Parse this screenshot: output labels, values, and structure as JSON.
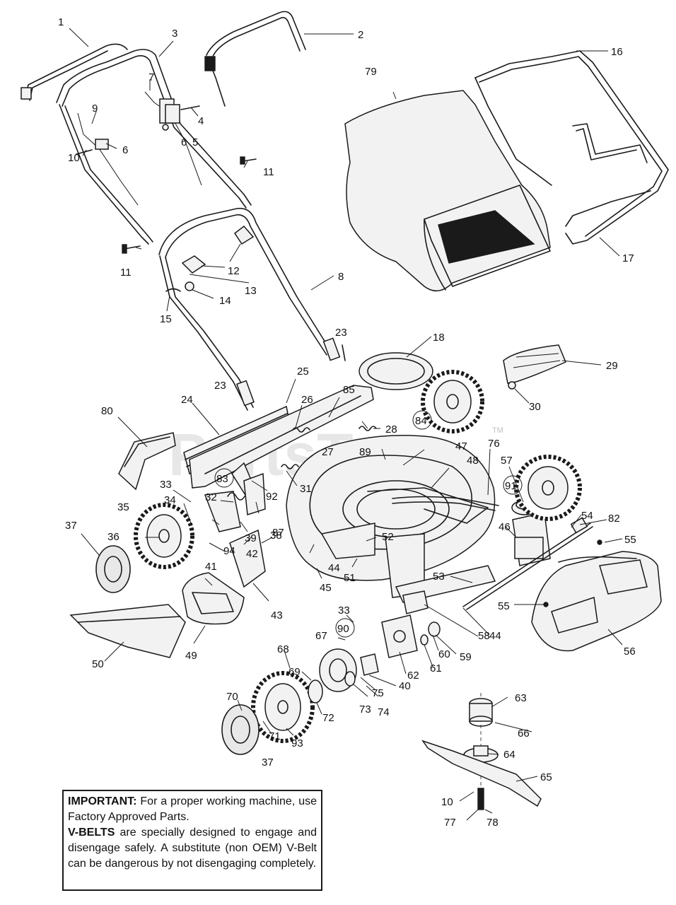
{
  "watermark": {
    "text": "PartsTree",
    "tm": "TM"
  },
  "callouts": [
    {
      "id": "c1",
      "text": "1"
    },
    {
      "id": "c2",
      "text": "2"
    },
    {
      "id": "c3",
      "text": "3"
    },
    {
      "id": "c4",
      "text": "4"
    },
    {
      "id": "c5",
      "text": "5"
    },
    {
      "id": "c6a",
      "text": "6"
    },
    {
      "id": "c6b",
      "text": "6"
    },
    {
      "id": "c7",
      "text": "7"
    },
    {
      "id": "c8",
      "text": "8"
    },
    {
      "id": "c9",
      "text": "9"
    },
    {
      "id": "c10a",
      "text": "10"
    },
    {
      "id": "c10b",
      "text": "10"
    },
    {
      "id": "c11a",
      "text": "11"
    },
    {
      "id": "c11b",
      "text": "11"
    },
    {
      "id": "c12",
      "text": "12"
    },
    {
      "id": "c13",
      "text": "13"
    },
    {
      "id": "c14",
      "text": "14"
    },
    {
      "id": "c15",
      "text": "15"
    },
    {
      "id": "c16",
      "text": "16"
    },
    {
      "id": "c17",
      "text": "17"
    },
    {
      "id": "c18",
      "text": "18"
    },
    {
      "id": "c23a",
      "text": "23"
    },
    {
      "id": "c23b",
      "text": "23"
    },
    {
      "id": "c24",
      "text": "24"
    },
    {
      "id": "c25",
      "text": "25"
    },
    {
      "id": "c26",
      "text": "26"
    },
    {
      "id": "c27",
      "text": "27"
    },
    {
      "id": "c28",
      "text": "28"
    },
    {
      "id": "c29",
      "text": "29"
    },
    {
      "id": "c30",
      "text": "30"
    },
    {
      "id": "c31",
      "text": "31"
    },
    {
      "id": "c32",
      "text": "32"
    },
    {
      "id": "c33a",
      "text": "33"
    },
    {
      "id": "c33b",
      "text": "33"
    },
    {
      "id": "c34",
      "text": "34"
    },
    {
      "id": "c35",
      "text": "35"
    },
    {
      "id": "c36",
      "text": "36"
    },
    {
      "id": "c37a",
      "text": "37"
    },
    {
      "id": "c37b",
      "text": "37"
    },
    {
      "id": "c38",
      "text": "38"
    },
    {
      "id": "c39",
      "text": "39"
    },
    {
      "id": "c40",
      "text": "40"
    },
    {
      "id": "c41",
      "text": "41"
    },
    {
      "id": "c42",
      "text": "42"
    },
    {
      "id": "c43",
      "text": "43"
    },
    {
      "id": "c44a",
      "text": "44"
    },
    {
      "id": "c44b",
      "text": "44"
    },
    {
      "id": "c45",
      "text": "45"
    },
    {
      "id": "c46",
      "text": "46"
    },
    {
      "id": "c47",
      "text": "47"
    },
    {
      "id": "c48",
      "text": "48"
    },
    {
      "id": "c49",
      "text": "49"
    },
    {
      "id": "c50",
      "text": "50"
    },
    {
      "id": "c51",
      "text": "51"
    },
    {
      "id": "c52",
      "text": "52"
    },
    {
      "id": "c53",
      "text": "53"
    },
    {
      "id": "c54",
      "text": "54"
    },
    {
      "id": "c55a",
      "text": "55"
    },
    {
      "id": "c55b",
      "text": "55"
    },
    {
      "id": "c56",
      "text": "56"
    },
    {
      "id": "c57",
      "text": "57"
    },
    {
      "id": "c58",
      "text": "58"
    },
    {
      "id": "c59",
      "text": "59"
    },
    {
      "id": "c60",
      "text": "60"
    },
    {
      "id": "c61",
      "text": "61"
    },
    {
      "id": "c62",
      "text": "62"
    },
    {
      "id": "c63",
      "text": "63"
    },
    {
      "id": "c64",
      "text": "64"
    },
    {
      "id": "c65",
      "text": "65"
    },
    {
      "id": "c66",
      "text": "66"
    },
    {
      "id": "c67",
      "text": "67"
    },
    {
      "id": "c68",
      "text": "68"
    },
    {
      "id": "c69",
      "text": "69"
    },
    {
      "id": "c70",
      "text": "70"
    },
    {
      "id": "c71",
      "text": "71"
    },
    {
      "id": "c72",
      "text": "72"
    },
    {
      "id": "c73",
      "text": "73"
    },
    {
      "id": "c74",
      "text": "74"
    },
    {
      "id": "c75",
      "text": "75"
    },
    {
      "id": "c76",
      "text": "76"
    },
    {
      "id": "c77",
      "text": "77"
    },
    {
      "id": "c78",
      "text": "78"
    },
    {
      "id": "c79",
      "text": "79"
    },
    {
      "id": "c80",
      "text": "80"
    },
    {
      "id": "c82",
      "text": "82"
    },
    {
      "id": "c83",
      "text": "83"
    },
    {
      "id": "c84",
      "text": "84"
    },
    {
      "id": "c85",
      "text": "85"
    },
    {
      "id": "c87",
      "text": "87"
    },
    {
      "id": "c89",
      "text": "89"
    },
    {
      "id": "c90",
      "text": "90"
    },
    {
      "id": "c91",
      "text": "91"
    },
    {
      "id": "c92",
      "text": "92"
    },
    {
      "id": "c93",
      "text": "93"
    },
    {
      "id": "c94",
      "text": "94"
    }
  ],
  "note": {
    "important_heading": "IMPORTANT:",
    "important_text": "For a proper working machine, use Factory Approved Parts.",
    "vbelts_heading": "V-BELTS",
    "vbelts_text": "are specially designed to engage and disengage safely. A substitute (non OEM) V-Belt can be dangerous by not disengaging completely."
  }
}
